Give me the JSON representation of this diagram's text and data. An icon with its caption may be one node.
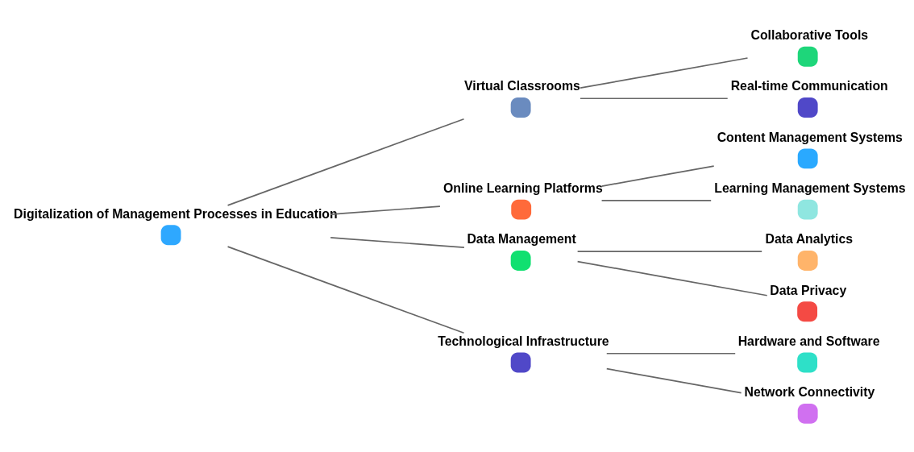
{
  "diagram": {
    "nodes": [
      {
        "text": [
          "Digitalization of Management Processes in Education"
        ]
      },
      {
        "text": [
          "Virtual Classrooms"
        ]
      },
      {
        "text": [
          "Collaborative Tools"
        ]
      },
      {
        "text": [
          "Real-time Communication"
        ]
      },
      {
        "text": [
          "Online Learning Platforms"
        ]
      },
      {
        "text": [
          "Content Management Systems"
        ]
      },
      {
        "text": [
          "Learning Management Systems"
        ]
      },
      {
        "text": [
          "Data Management"
        ]
      },
      {
        "text": [
          "Data Analytics"
        ]
      },
      {
        "text": [
          "Data Privacy"
        ]
      },
      {
        "text": [
          "Technological Infrastructure"
        ]
      },
      {
        "text": [
          "Hardware and Software"
        ]
      },
      {
        "text": [
          "Network Connectivity"
        ]
      }
    ],
    "edges": [
      {
        "from": 0,
        "to": 1,
        "arrow": "none"
      },
      {
        "from": 1,
        "to": 2,
        "arrow": "none"
      },
      {
        "from": 1,
        "to": 3,
        "arrow": "none"
      },
      {
        "from": 0,
        "to": 4,
        "arrow": "none"
      },
      {
        "from": 4,
        "to": 5,
        "arrow": "none"
      },
      {
        "from": 4,
        "to": 6,
        "arrow": "none"
      },
      {
        "from": 0,
        "to": 7,
        "arrow": "none"
      },
      {
        "from": 7,
        "to": 8,
        "arrow": "none"
      },
      {
        "from": 7,
        "to": 9,
        "arrow": "none"
      },
      {
        "from": 0,
        "to": 10,
        "arrow": "none"
      },
      {
        "from": 10,
        "to": 11,
        "arrow": "none"
      },
      {
        "from": 10,
        "to": 12,
        "arrow": "none"
      }
    ]
  }
}
